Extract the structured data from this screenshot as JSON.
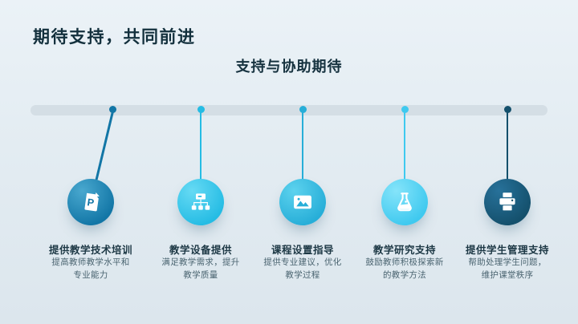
{
  "slide": {
    "title": "期待支持，共同前进",
    "subtitle": "支持与协助期待"
  },
  "timeline": {
    "items": [
      {
        "title": "提供教学技术培训",
        "desc": [
          "提高教师教学水平和",
          "专业能力"
        ],
        "icon": "ppt-file-icon",
        "color_main": "#1276a6",
        "color_light": "#49a8cf"
      },
      {
        "title": "教学设备提供",
        "desc": [
          "满足教学需求，提升",
          "教学质量"
        ],
        "icon": "device-hierarchy-icon",
        "color_main": "#25bce4",
        "color_light": "#66daf4"
      },
      {
        "title": "课程设置指导",
        "desc": [
          "提供专业建议，优化",
          "教学过程"
        ],
        "icon": "image-icon",
        "color_main": "#27aed8",
        "color_light": "#5cd2ee"
      },
      {
        "title": "教学研究支持",
        "desc": [
          "鼓励教师积极探索新",
          "的教学方法"
        ],
        "icon": "flask-icon",
        "color_main": "#3fc9ef",
        "color_light": "#85e4fa"
      },
      {
        "title": "提供学生管理支持",
        "desc": [
          "帮助处理学生问题，",
          "维护课堂秩序"
        ],
        "icon": "printer-icon",
        "color_main": "#14506c",
        "color_light": "#27719a"
      }
    ]
  },
  "colors": {
    "background_top": "#ebf2f7",
    "background_bottom": "#dce6ed",
    "timeline_bar": "#d4dee5",
    "heading_text": "#13303d",
    "body_text": "#4a6470"
  }
}
